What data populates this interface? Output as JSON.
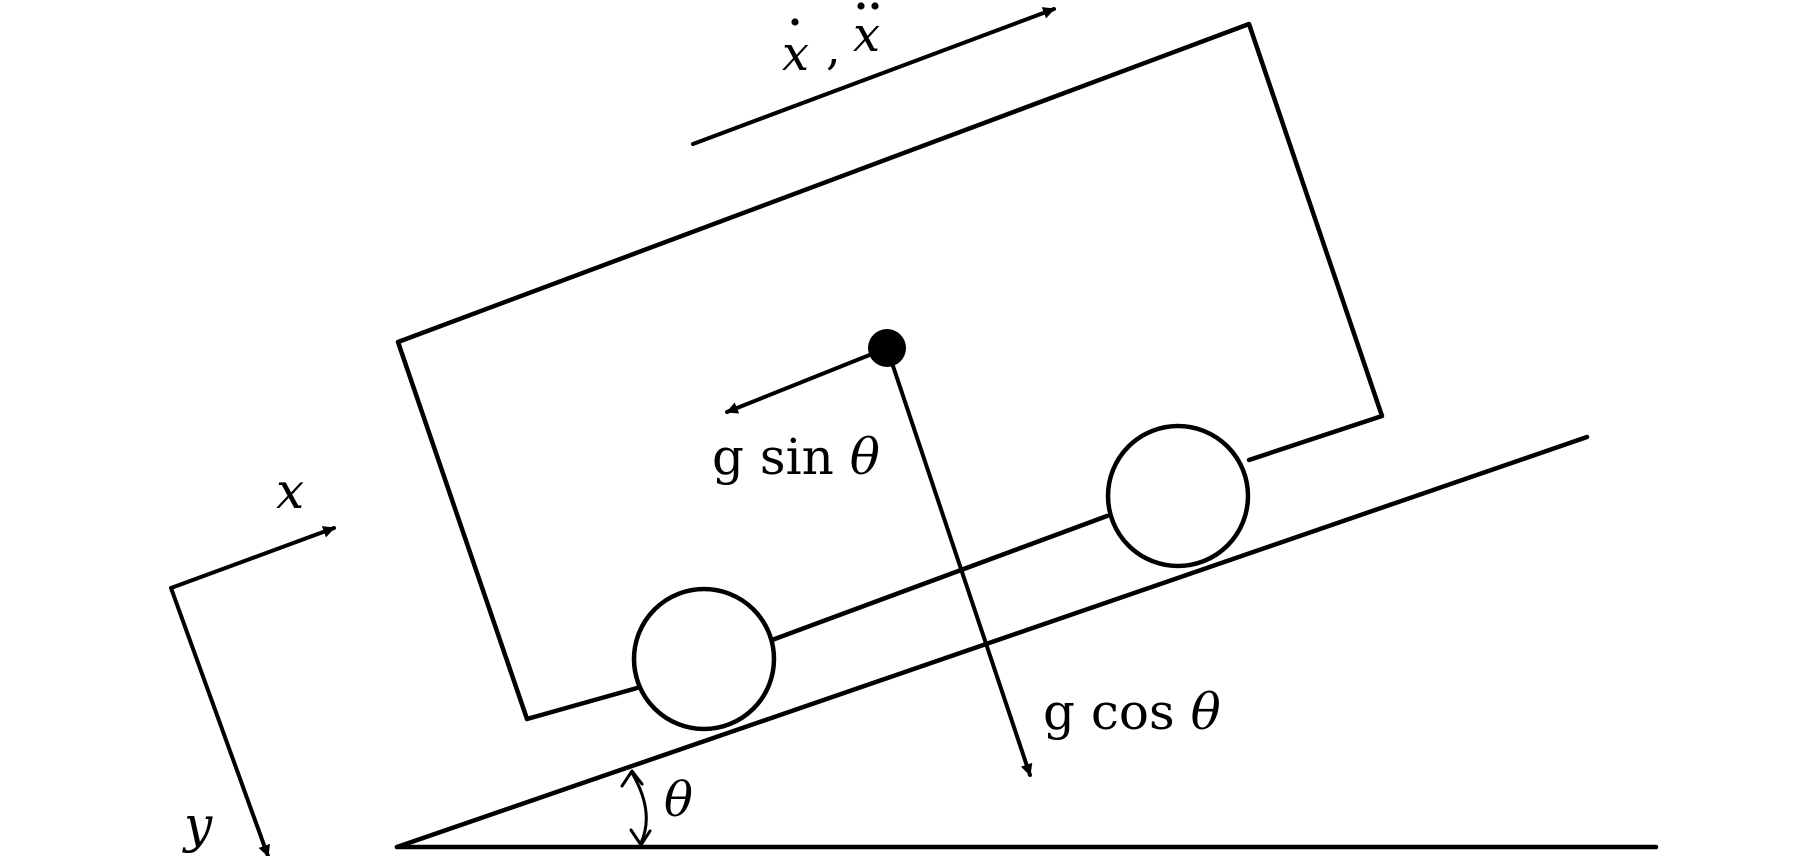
{
  "labels": {
    "velocity": {
      "x": "x",
      "comma": ","
    },
    "gsin": {
      "g": "g",
      "fn": "sin",
      "theta": "θ"
    },
    "gcos": {
      "g": "g",
      "fn": "cos",
      "theta": "θ"
    },
    "axis_x": "x",
    "axis_y": "y",
    "angle": "θ"
  },
  "colors": {
    "stroke": "#000000",
    "background": "#ffffff"
  }
}
